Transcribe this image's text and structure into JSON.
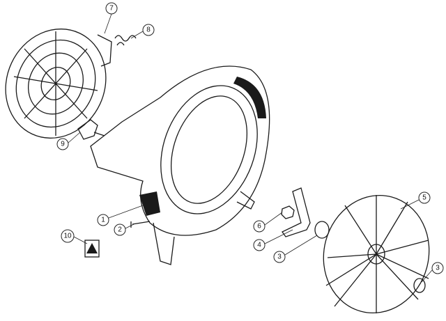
{
  "callouts": [
    {
      "id": "7",
      "label": "7"
    },
    {
      "id": "8",
      "label": "8"
    },
    {
      "id": "9",
      "label": "9"
    },
    {
      "id": "1",
      "label": "1"
    },
    {
      "id": "2",
      "label": "2"
    },
    {
      "id": "10",
      "label": "10"
    },
    {
      "id": "6",
      "label": "6"
    },
    {
      "id": "4",
      "label": "4"
    },
    {
      "id": "3a",
      "label": "3"
    },
    {
      "id": "5",
      "label": "5"
    },
    {
      "id": "3b",
      "label": "3"
    }
  ]
}
